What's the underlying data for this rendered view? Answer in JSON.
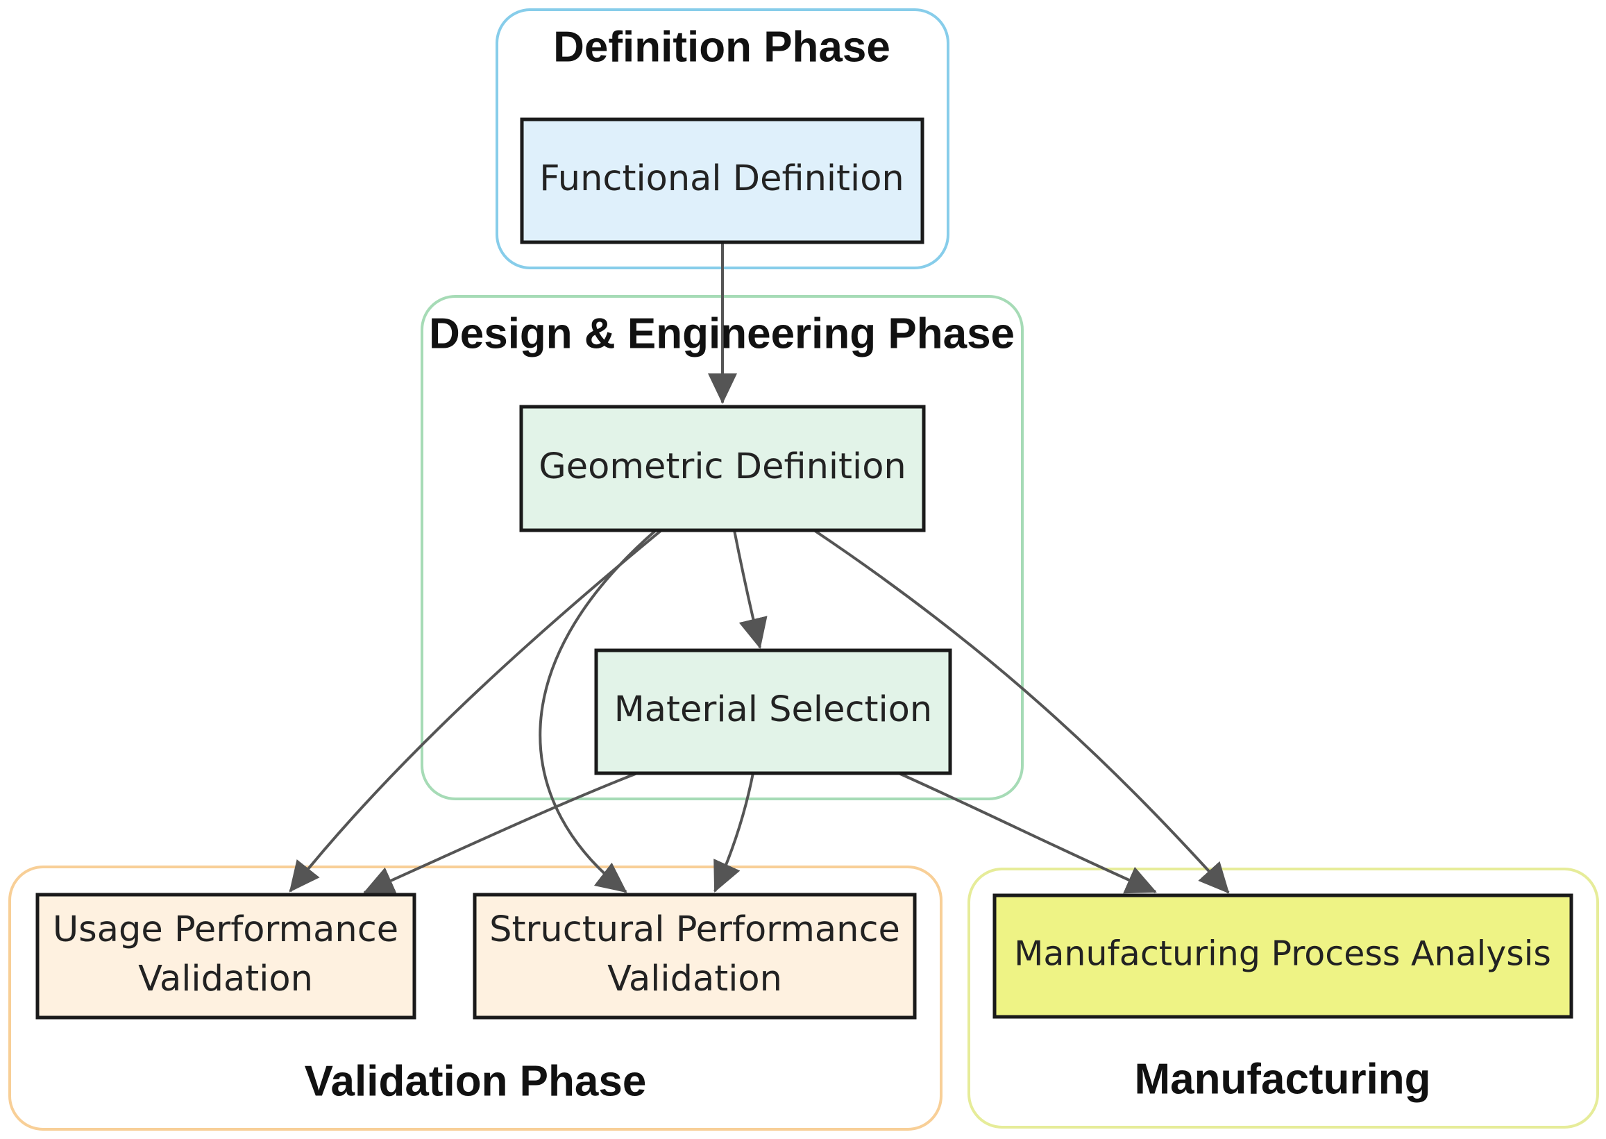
{
  "groups": {
    "definition": {
      "title": "Definition Phase",
      "color": "#87cdea"
    },
    "design": {
      "title": "Design & Engineering Phase",
      "color": "#a6dbb6"
    },
    "validation": {
      "title": "Validation Phase",
      "color": "#f8cf97"
    },
    "manufacturing": {
      "title": "Manufacturing",
      "color": "#e6ec99"
    }
  },
  "nodes": {
    "functional_definition": {
      "label": "Functional Definition",
      "fill": "#dff0fb"
    },
    "geometric_definition": {
      "label": "Geometric Definition",
      "fill": "#e2f3e8"
    },
    "material_selection": {
      "label": "Material Selection",
      "fill": "#e2f3e8"
    },
    "usage_performance_validation": {
      "line1": "Usage Performance",
      "line2": "Validation",
      "fill": "#fef1e0"
    },
    "structural_performance_validation": {
      "line1": "Structural Performance",
      "line2": "Validation",
      "fill": "#fef1e0"
    },
    "manufacturing_process_analysis": {
      "label": "Manufacturing Process Analysis",
      "fill": "#eef385"
    }
  },
  "edges": [
    {
      "from": "Functional Definition",
      "to": "Geometric Definition"
    },
    {
      "from": "Geometric Definition",
      "to": "Material Selection"
    },
    {
      "from": "Geometric Definition",
      "to": "Usage Performance Validation"
    },
    {
      "from": "Geometric Definition",
      "to": "Structural Performance Validation"
    },
    {
      "from": "Geometric Definition",
      "to": "Manufacturing Process Analysis"
    },
    {
      "from": "Material Selection",
      "to": "Usage Performance Validation"
    },
    {
      "from": "Material Selection",
      "to": "Structural Performance Validation"
    },
    {
      "from": "Material Selection",
      "to": "Manufacturing Process Analysis"
    }
  ],
  "colors": {
    "edge": "#555555",
    "node_border": "#1a1a1a"
  }
}
